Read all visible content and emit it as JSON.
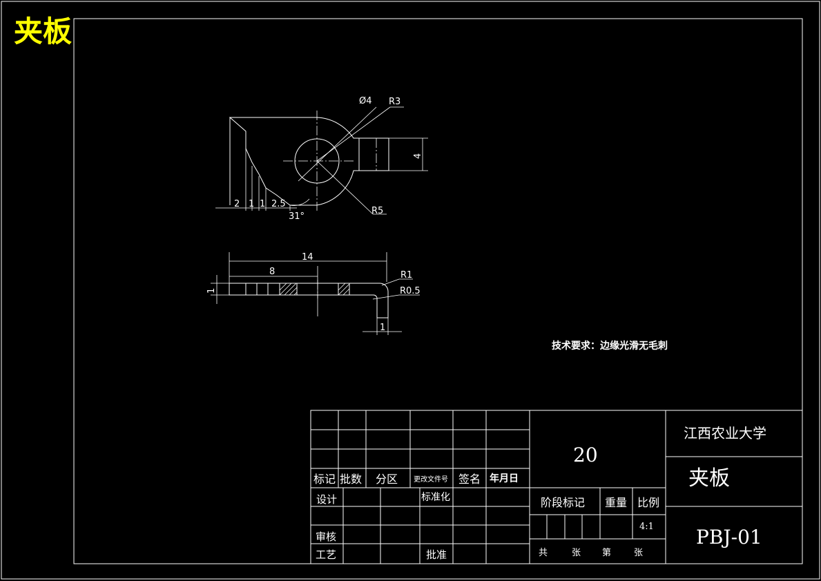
{
  "drawing_title": "夹板",
  "title_color": "#ffff00",
  "dimensions": {
    "d_hole": "Ø4",
    "r3": "R3",
    "r5": "R5",
    "tab_height": "4",
    "step_2": "2",
    "step_1a": "1",
    "step_1b": "1",
    "step_2_5": "2.5",
    "angle": "31°",
    "len_14": "14",
    "len_8": "8",
    "r1": "R1",
    "r0_5": "R0.5",
    "thick_1": "1",
    "width_1": "1"
  },
  "technical_requirements": "技术要求：边缘光滑无毛刺",
  "title_block": {
    "header": [
      "标记",
      "批数",
      "分区",
      "更改文件号",
      "签名",
      "年月日"
    ],
    "design": "设计",
    "standardization": "标准化",
    "review": "审核",
    "process": "工艺",
    "approve": "批准",
    "quantity": "20",
    "stage_mark": "阶段标记",
    "weight": "重量",
    "scale_label": "比例",
    "scale_value": "4:1",
    "sheets_total": "共",
    "sheets_label1": "张",
    "sheet_no": "第",
    "sheets_label2": "张",
    "school": "江西农业大学",
    "part_name": "夹板",
    "drawing_no": "PBJ-01"
  }
}
